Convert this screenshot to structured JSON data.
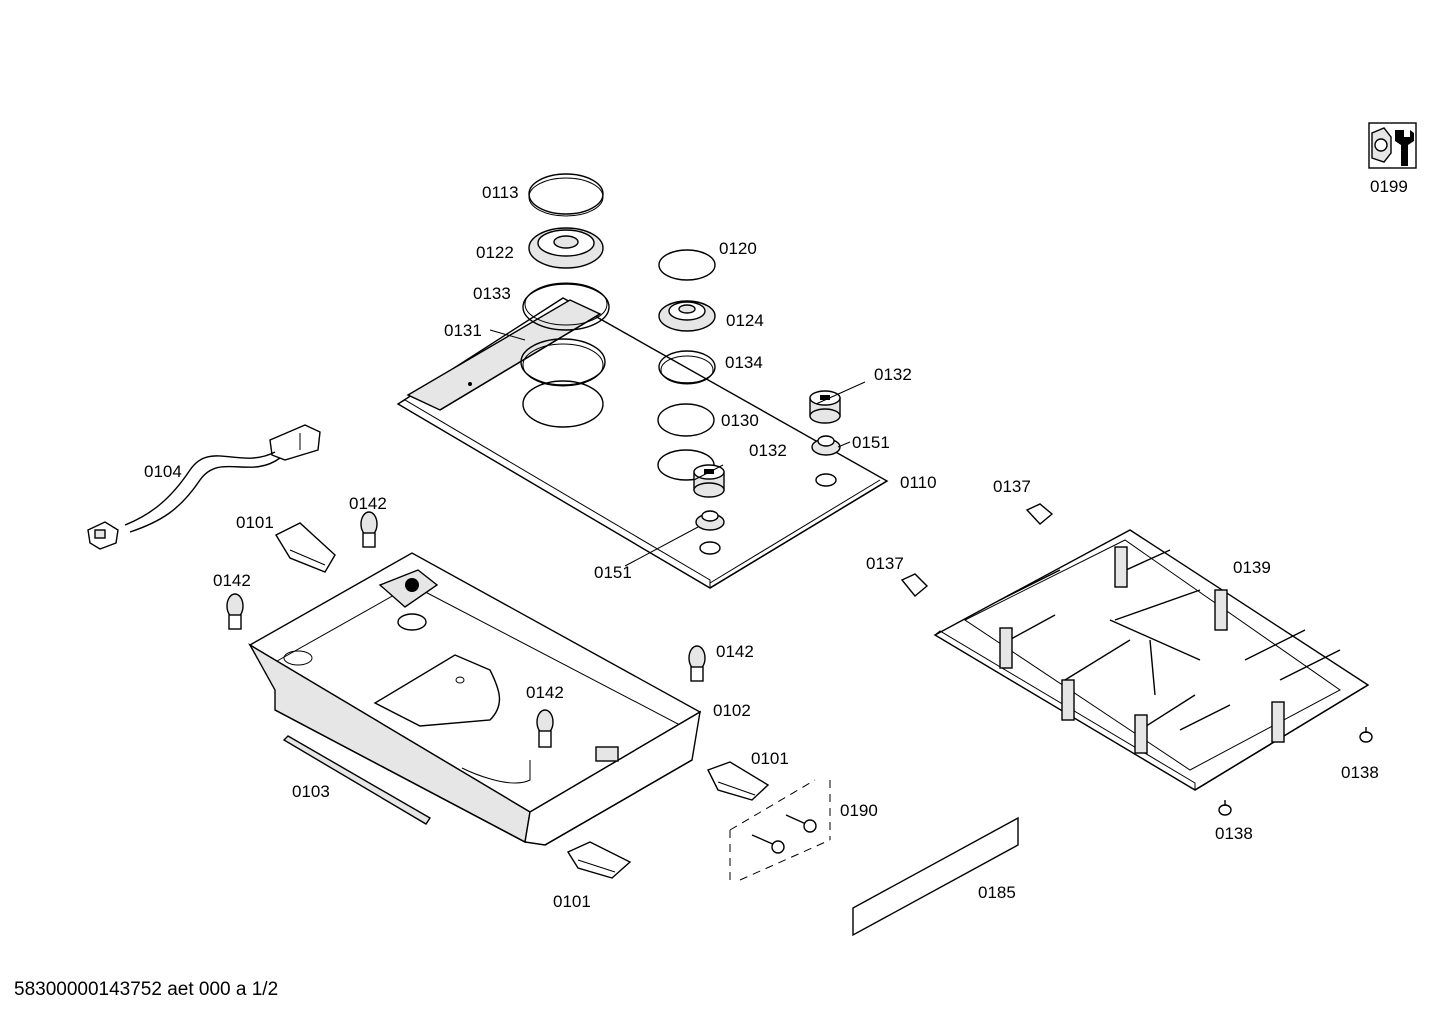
{
  "footer": "58300000143752 aet 000 a 1/2",
  "labels": {
    "p0113": "0113",
    "p0122": "0122",
    "p0133": "0133",
    "p0131": "0131",
    "p0120": "0120",
    "p0124": "0124",
    "p0134": "0134",
    "p0132a": "0132",
    "p0151a": "0151",
    "p0130": "0130",
    "p0132b": "0132",
    "p0110": "0110",
    "p0151b": "0151",
    "p0104": "0104",
    "p0101a": "0101",
    "p0142a": "0142",
    "p0142b": "0142",
    "p0142c": "0142",
    "p0142d": "0142",
    "p0102": "0102",
    "p0103": "0103",
    "p0101b": "0101",
    "p0101c": "0101",
    "p0190": "0190",
    "p0185": "0185",
    "p0137a": "0137",
    "p0137b": "0137",
    "p0139": "0139",
    "p0138a": "0138",
    "p0138b": "0138",
    "p0199": "0199"
  },
  "icons": {
    "service_tool": "wrench-nut-icon"
  }
}
